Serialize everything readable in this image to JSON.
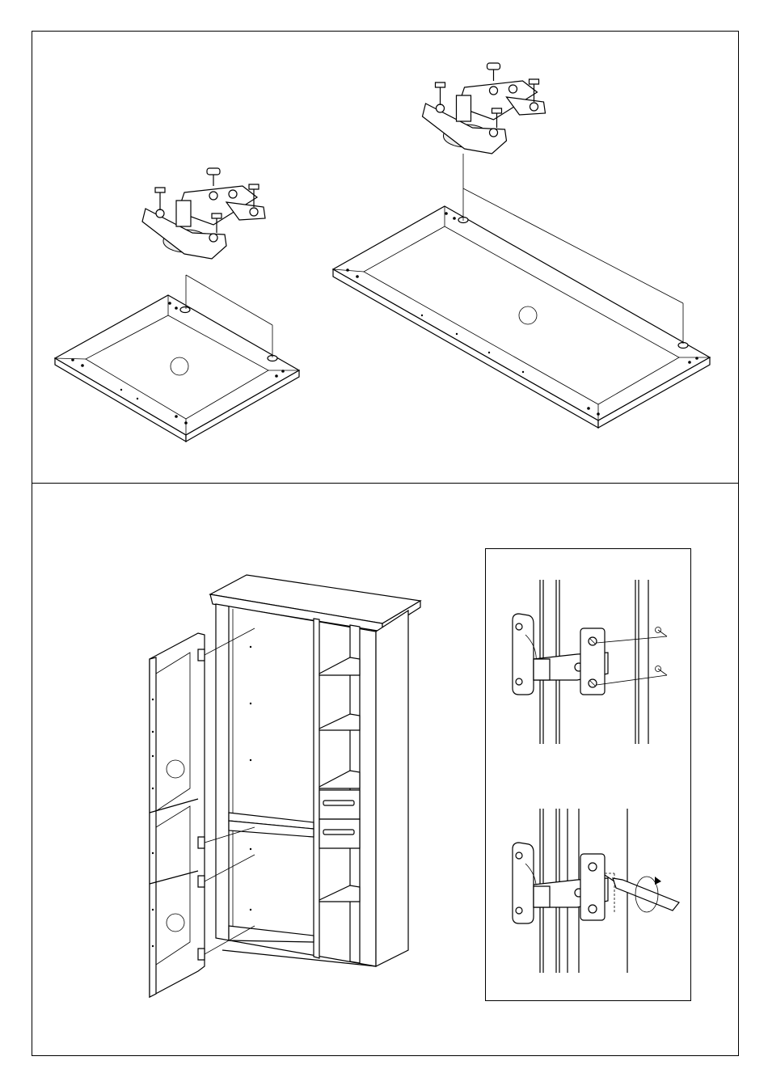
{
  "page": {
    "sections": [
      {
        "id": "step-hinge-mounting",
        "illustrations": [
          "small-door-panel",
          "large-door-panel",
          "hinge-assembly"
        ]
      },
      {
        "id": "step-door-attachment",
        "illustrations": [
          "wardrobe-with-open-door",
          "hinge-clip-detail",
          "hinge-adjustment-detail"
        ]
      }
    ],
    "icons": [
      "hinge-icon",
      "screw-icon",
      "screwdriver-icon",
      "rotation-arrow-icon"
    ],
    "colors": {
      "line": "#000000",
      "background": "#ffffff"
    }
  }
}
